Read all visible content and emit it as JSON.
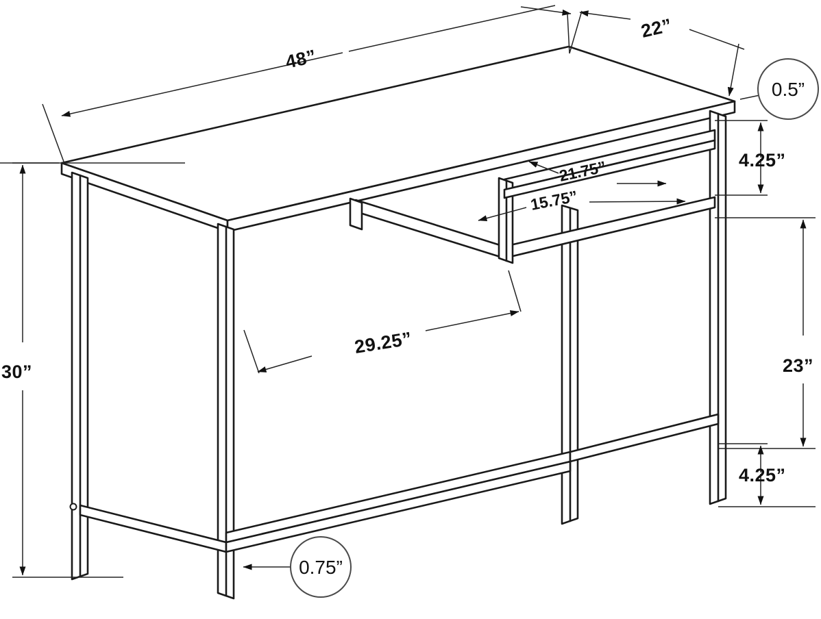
{
  "drawing": {
    "title": "Desk Dimension Drawing",
    "subject": "writing-desk-with-keyboard-shelf",
    "view": "isometric",
    "units": "inches",
    "unit_symbol": "”",
    "line_color": "#1a1a1a",
    "dimension_color": "#232323",
    "background_color": "#ffffff"
  },
  "dimensions": {
    "top_width": {
      "label": "48”",
      "value": 48,
      "unit": "in",
      "describes": "desktop-overall-width",
      "style": "linear-leader"
    },
    "top_depth": {
      "label": "22”",
      "value": 22,
      "unit": "in",
      "describes": "desktop-overall-depth",
      "style": "linear-leader"
    },
    "top_thickness": {
      "label": "0.5”",
      "value": 0.5,
      "unit": "in",
      "describes": "desktop-panel-thickness",
      "style": "balloon-callout"
    },
    "shelf_clearance_upper": {
      "label": "4.25”",
      "value": 4.25,
      "unit": "in",
      "describes": "gap-between-desktop-and-shelf",
      "style": "vertical-double-arrow"
    },
    "shelf_width": {
      "label": "21.75”",
      "value": 21.75,
      "unit": "in",
      "describes": "shelf-frame-outer-width",
      "style": "linear-double-arrow"
    },
    "shelf_depth": {
      "label": "15.75”",
      "value": 15.75,
      "unit": "in",
      "describes": "shelf-frame-inner-width",
      "style": "linear-double-arrow"
    },
    "knee_space": {
      "label": "29.25”",
      "value": 29.25,
      "unit": "in",
      "describes": "clear-span-between-legs",
      "style": "linear-double-arrow"
    },
    "overall_height": {
      "label": "30”",
      "value": 30,
      "unit": "in",
      "describes": "desk-overall-height",
      "style": "vertical-double-arrow"
    },
    "leg_height_to_rail": {
      "label": "23”",
      "value": 23,
      "unit": "in",
      "describes": "height-from-lower-rail-to-shelf",
      "style": "vertical-double-arrow"
    },
    "rail_clearance_lower": {
      "label": "4.25”",
      "value": 4.25,
      "unit": "in",
      "describes": "lower-rail-to-floor-offset",
      "style": "vertical-double-arrow"
    },
    "tube_width": {
      "label": "0.75”",
      "value": 0.75,
      "unit": "in",
      "describes": "steel-tube-leg-width",
      "style": "balloon-callout"
    }
  }
}
